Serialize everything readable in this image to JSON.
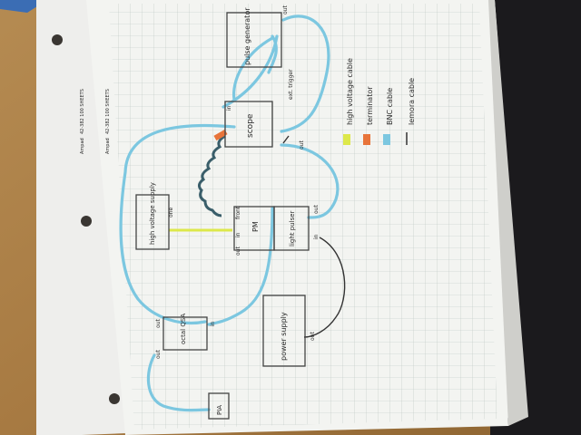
{
  "photo": {
    "boxes": {
      "pulse_generator": "pulse generator",
      "scope": "scope",
      "high_voltage_supply": "high voltage supply",
      "pm": "PM",
      "light_pulser": "light pulser",
      "power_supply": "power supply",
      "octal_qsa": "octal QSA",
      "pia": "PIA"
    },
    "port_labels": {
      "pulse_out": "out",
      "scope_in": "in",
      "trigger": "ext. trigger",
      "scope_out": "out",
      "hv_one": "one",
      "pm_front": "front",
      "pm_out": "out",
      "pm_in": "in",
      "pulser_out": "out",
      "pulser_in": "in",
      "supply_out": "out",
      "qsa_in": "in",
      "qsa_out_top": "out",
      "qsa_out_left": "out"
    },
    "legend": [
      {
        "label": "high voltage cable",
        "color": "#dde84a"
      },
      {
        "label": "terminator",
        "color": "#e8743a"
      },
      {
        "label": "BNC cable",
        "color": "#7cc7e0"
      },
      {
        "label": "lemora cable",
        "color": "#333333"
      }
    ],
    "margin_print": [
      "Ampad",
      "42-382 100 SHEETS",
      "Ampad",
      "42-382 100 SHEETS"
    ]
  }
}
